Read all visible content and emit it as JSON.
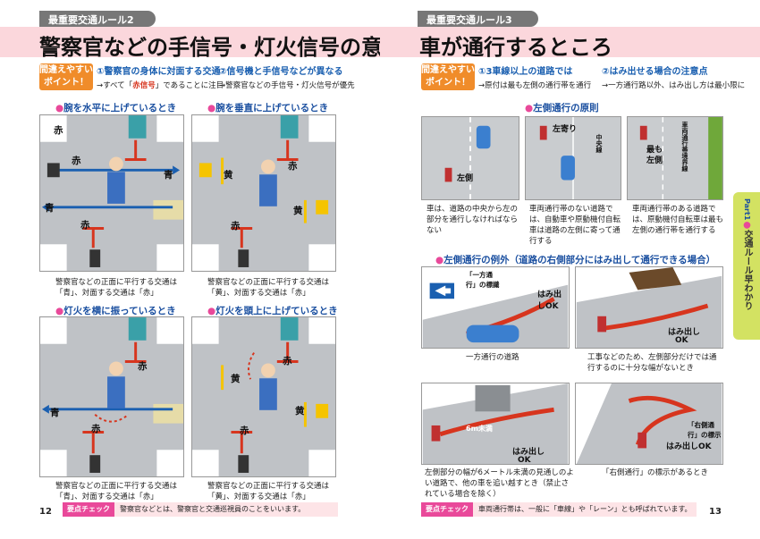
{
  "left": {
    "tab": "最重要交通ルール2",
    "title": "警察官などの手信号・灯火信号の意味",
    "point_label_1": "間違えやすい",
    "point_label_2": "ポイント！",
    "point1_head": "①警察官の身体に対面する交通",
    "point1_sub_arrow": "→すべて「",
    "point1_sub_em": "赤信号",
    "point1_sub_tail": "」であることに注目",
    "point2_head": "②信号機と手信号などが異なる",
    "point2_sub": "→警察官などの手信号・灯火信号が優先",
    "sec1": "腕を水平に上げているとき",
    "sec2": "腕を垂直に上げているとき",
    "sec3": "灯火を横に振っているとき",
    "sec4": "灯火を頭上に上げているとき",
    "cap1": "警察官などの正面に平行する交通は「青」、対面する交通は「赤」",
    "cap2": "警察官などの正面に平行する交通は「黄」、対面する交通は「赤」",
    "cap3": "警察官などの正面に平行する交通は「青」、対面する交通は「赤」",
    "cap4": "警察官などの正面に平行する交通は「黄」、対面する交通は「赤」",
    "lbl_aka": "赤",
    "lbl_ao": "青",
    "lbl_ki": "黄",
    "page_number": "12",
    "check_tag": "要点チェック",
    "check_text": "警察官などとは、警察官と交通巡視員のことをいいます。"
  },
  "right": {
    "tab": "最重要交通ルール3",
    "title": "車が通行するところ",
    "point_label_1": "間違えやすい",
    "point_label_2": "ポイント！",
    "point1_head": "①3車線以上の道路では",
    "point1_sub": "→原付は最も左側の通行帯を通行",
    "point2_head": "②はみ出せる場合の注意点",
    "point2_sub": "→一方通行路以外、はみ出し方は最小限に",
    "sec1": "左側通行の原則",
    "sec2": "左側通行の例外（道路の右側部分にはみ出して通行できる場合）",
    "scene_labels": {
      "hidari": "左側",
      "hidariyori": "左寄り",
      "chuosen": "中央線",
      "mottomo": "最も",
      "hidari2": "左側",
      "kyokaisen": "車両通行帯境界線",
      "ippou": "「一方通行」の標識",
      "hamidashi_ok": "はみ出しOK",
      "hamidashi": "はみ出し",
      "ok": "OK",
      "six_m": "6m未満",
      "uso": "「右側通行」の標示"
    },
    "cap_a": "車は、道路の中央から左の部分を通行しなければならない",
    "cap_b": "車両通行帯のない道路では、自動車や原動機付自転車は道路の左側に寄って通行する",
    "cap_c": "車両通行帯のある道路では、原動機付自転車は最も左側の通行帯を通行する",
    "cap_d": "一方通行の道路",
    "cap_e": "工事などのため、左側部分だけでは通行するのに十分な幅がないとき",
    "cap_f": "左側部分の幅が6メートル未満の見通しのよい道路で、他の車を追い越すとき（禁止されている場合を除く）",
    "cap_g": "「右側通行」の標示があるとき",
    "page_number": "13",
    "check_tag": "要点チェック",
    "check_text": "車両通行帯は、一般に「車線」や「レーン」とも呼ばれています。",
    "side_part": "Part1",
    "side_dot": "●",
    "side_title": "交通ルール早わかり"
  },
  "colors": {
    "pink_band": "#fbd7dc",
    "orange": "#f08c2a",
    "blue": "#1a5fb0",
    "red": "#d7351e",
    "side": "#d3e262"
  }
}
